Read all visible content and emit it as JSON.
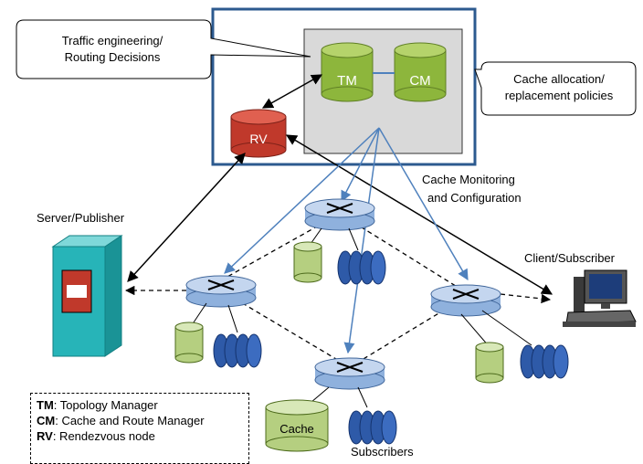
{
  "callouts": {
    "traffic_line1": "Traffic engineering/",
    "traffic_line2": "Routing Decisions",
    "cache_line1": "Cache allocation/",
    "cache_line2": "replacement policies"
  },
  "nodes": {
    "tm": "TM",
    "cm": "CM",
    "rv": "RV",
    "cache": "Cache"
  },
  "labels": {
    "monitor_line1": "Cache Monitoring",
    "monitor_line2": "and Configuration",
    "server": "Server/Publisher",
    "client": "Client/Subscriber",
    "subscribers": "Subscribers"
  },
  "legend": [
    {
      "key": "TM",
      "desc": ": Topology Manager"
    },
    {
      "key": "CM",
      "desc": ": Cache and Route Manager"
    },
    {
      "key": "RV",
      "desc": ": Rendezvous node"
    }
  ],
  "colors": {
    "green_cylinder": "#8db63c",
    "red_cylinder": "#c0392b",
    "router": "#a9c4e8",
    "subscriber_stack": "#2e5aa8",
    "server_box": "#27b4b8",
    "arrow_blue": "#4f81bd",
    "panel_border": "#2c5a8f",
    "panel_fill": "#d9d9d9"
  }
}
